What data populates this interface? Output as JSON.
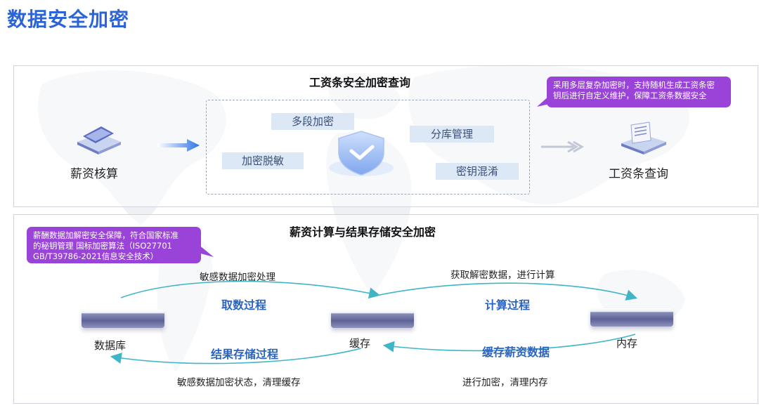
{
  "page_title": "数据安全加密",
  "top_panel": {
    "title": "工资条安全加密查询",
    "left_node_label": "薪资核算",
    "right_node_label": "工资条查询",
    "tags": {
      "multi_stage": "多段加密",
      "sharding": "分库管理",
      "desensitize": "加密脱敏",
      "key_mix": "密钥混淆"
    },
    "callout_lines": [
      "采用多层复杂加密时，支持随机生成工资条密",
      "钥后进行自定义维护，保障工资条数据安全"
    ]
  },
  "bottom_panel": {
    "title": "薪资计算与结果存储安全加密",
    "callout_lines": [
      "薪酬数据加解密安全保障，符合国家标准",
      "的秘钥管理   国标加密算法（ISO27701",
      "GB/T39786-2021信息安全技术）"
    ],
    "nodes": {
      "database": "数据库",
      "cache": "缓存",
      "memory": "内存"
    },
    "processes": {
      "fetch": "取数过程",
      "compute": "计算过程",
      "store_result": "结果存储过程",
      "cache_salary": "缓存薪资数据"
    },
    "descriptions": {
      "encrypt_sensitive": "敏感数据加密处理",
      "decrypt_compute": "获取解密数据，进行计算",
      "encrypted_state": "敏感数据加密状态，清理缓存",
      "encrypt_clear_memory": "进行加密，清理内存"
    }
  },
  "colors": {
    "title_blue": "#2a64d8",
    "process_blue": "#2a64c0",
    "callout_purple": "#9a43d9",
    "tag_bg": "#dde8f7",
    "arrow_teal": "#3fb6c8"
  }
}
